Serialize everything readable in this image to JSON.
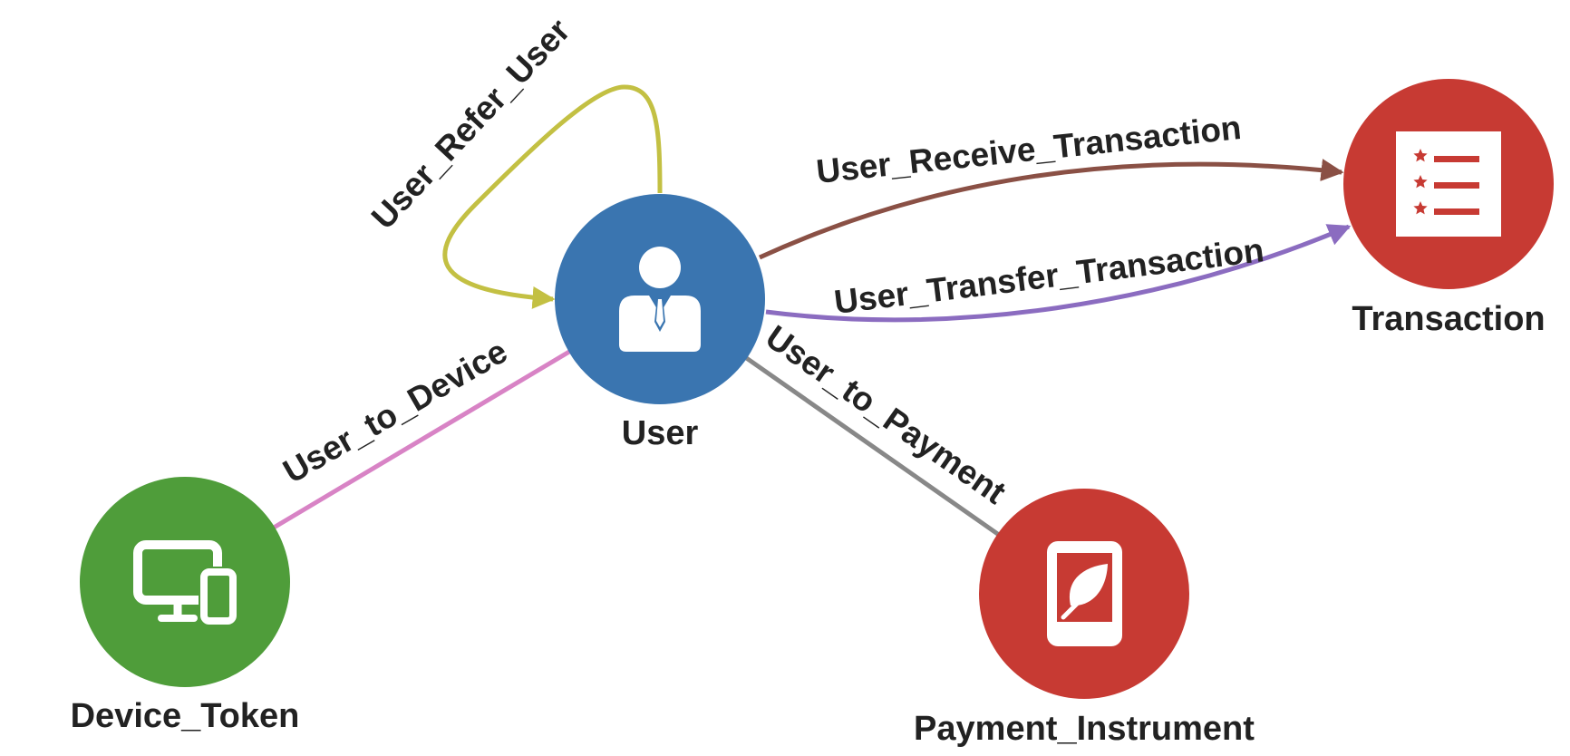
{
  "nodes": {
    "user": {
      "label": "User",
      "color": "#3a75b0",
      "icon": "user-businessman-icon"
    },
    "transaction": {
      "label": "Transaction",
      "color": "#c73a33",
      "icon": "starred-list-icon"
    },
    "device_token": {
      "label": "Device_Token",
      "color": "#4f9d3a",
      "icon": "devices-icon"
    },
    "payment_instrument": {
      "label": "Payment_Instrument",
      "color": "#c73a33",
      "icon": "payment-card-icon"
    }
  },
  "edges": {
    "user_refer_user": {
      "label": "User_Refer_User",
      "color": "#c3c043",
      "from": "User",
      "to": "User",
      "directed": true
    },
    "user_receive_transaction": {
      "label": "User_Receive_Transaction",
      "color": "#8a5045",
      "from": "User",
      "to": "Transaction",
      "directed": true
    },
    "user_transfer_transaction": {
      "label": "User_Transfer_Transaction",
      "color": "#8b6cc0",
      "from": "User",
      "to": "Transaction",
      "directed": true
    },
    "user_to_device": {
      "label": "User_to_Device",
      "color": "#d883c5",
      "from": "User",
      "to": "Device_Token",
      "directed": false
    },
    "user_to_payment": {
      "label": "User_to_Payment",
      "color": "#888888",
      "from": "User",
      "to": "Payment_Instrument",
      "directed": false
    }
  }
}
